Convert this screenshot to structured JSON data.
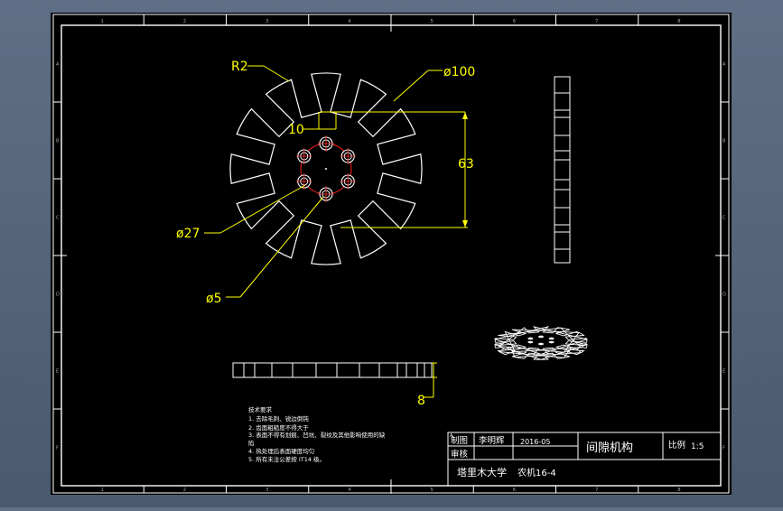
{
  "drawing": {
    "title": "间隙机构",
    "dimensions": {
      "r_fillet": "R2",
      "d_outer": "ø100",
      "slot_width": "10",
      "center_dist": "63",
      "d_bolt_circle": "ø27",
      "d_hole": "ø5",
      "thickness": "8"
    },
    "tech_notes": [
      "技术要求",
      "1. 去除毛刺、锐边倒钝",
      "2. 齿面粗糙度不得大于",
      "3. 表面不得有划痕、凹坑、裂纹及其他影响使用的缺",
      "陷",
      "4. 热处理后表面硬度均匀",
      "5. 所有未注公差按 IT14 级。"
    ],
    "title_block": {
      "drawn_label": "制图",
      "drawn_name": "李明辉",
      "date": "2016-05",
      "check_label": "审核",
      "university": "塔里木大学",
      "class": "农机16-4",
      "scale_label": "比例",
      "scale_value": "1:5",
      "small_mark": "A"
    },
    "border_marks": {
      "top": [
        "1",
        "2",
        "3",
        "4",
        "5",
        "6",
        "7",
        "8"
      ],
      "side": [
        "A",
        "B",
        "C",
        "D",
        "E",
        "F"
      ]
    },
    "colors": {
      "background": "#000000",
      "line": "#ffffff",
      "dimension": "#ffff00",
      "highlight": "#ff0000"
    }
  }
}
